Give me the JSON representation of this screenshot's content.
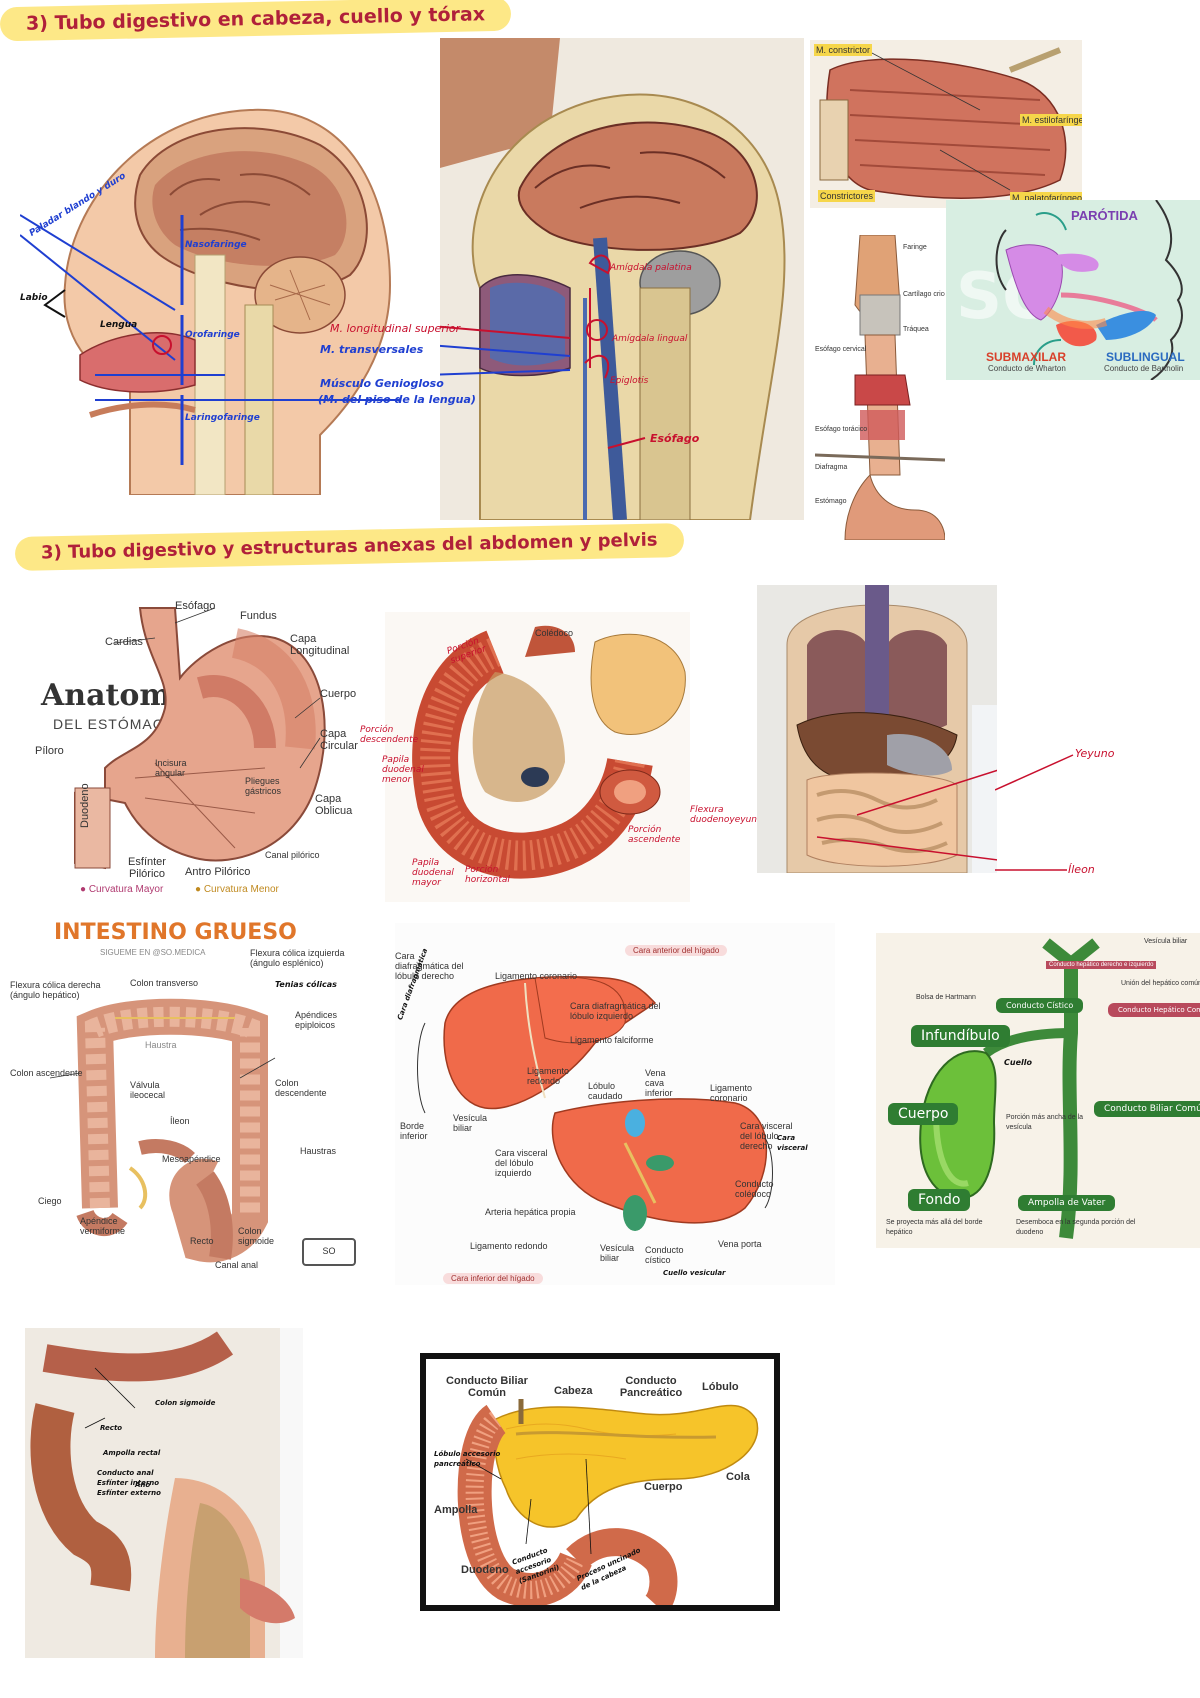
{
  "headings": {
    "section_head": "3) Tubo digestivo en cabeza, cuello y tórax",
    "section_abdomen": "3) Tubo digestivo y estructuras anexas del abdomen y pelvis"
  },
  "head_sagittal": {
    "annotations": {
      "palate": "Paladar blando y duro",
      "lip": "Labio",
      "nasopharynx": "Nasofaringe",
      "oropharynx": "Orofaringe",
      "laryngopharynx": "Laringofaringe",
      "tongue": "Lengua"
    }
  },
  "head_model": {
    "annotations": {
      "m_longitudinal": "M. longitudinal superior",
      "m_transverse": "M. transversales",
      "m_genioglossus": "Músculo Geniogloso",
      "genio_note": "(M. del piso de la lengua)",
      "tonsil_palatine": "Amígdala palatina",
      "tonsil_faucial": "Amígdala lingual",
      "epiglottis": "Epiglotis",
      "esophagus": "Esófago"
    }
  },
  "pharynx_muscles": {
    "labels": [
      "M. constrictor",
      "M. estilofaríngeo",
      "M. palatofaríngeo",
      "Constrictores"
    ]
  },
  "salivary": {
    "parotid": "PARÓTIDA",
    "submandibular": "SUBMAXILAR",
    "sublingual": "SUBLINGUAL",
    "submandibular_sub": "Conducto de Wharton",
    "sublingual_sub": "Conducto de Bartholin",
    "watermark": "SO"
  },
  "esophagus_fig": {
    "labels": [
      "Faringe",
      "Cartílago cricoides",
      "Tráquea",
      "Esófago cervical",
      "Esófago torácico",
      "Diafragma",
      "Estómago"
    ]
  },
  "stomach": {
    "title": "Anatomía",
    "subtitle": "DEL ESTÓMAGO",
    "labels": {
      "esofago": "Esófago",
      "fundus": "Fundus",
      "cardias": "Cardias",
      "capa_long": "Capa Longitudinal",
      "cuerpo": "Cuerpo",
      "capa_circ": "Capa Circular",
      "piloro": "Píloro",
      "duodeno": "Duodeno",
      "esfinter": "Esfínter Pilórico",
      "antro": "Antro Pilórico",
      "capa_obl": "Capa Oblicua",
      "pliegues": "Pliegues gástricos",
      "incisura": "Incisura angular",
      "canal": "Canal pilórico"
    },
    "legend": [
      "Curvatura Mayor",
      "Curvatura Menor"
    ]
  },
  "duodenum": {
    "labels": {
      "bile": "Colédoco",
      "superior": "Porción superior",
      "desc": "Porción descendente",
      "papilla": "Papila duodenal menor",
      "papilla_major": "Papila duodenal mayor",
      "horizontal": "Porción horizontal",
      "ascending": "Porción ascendente",
      "flexura": "Flexura duodenoyeyunal"
    }
  },
  "torso": {
    "labels": {
      "yeyuno": "Yeyuno",
      "ileon": "Íleon"
    }
  },
  "colon": {
    "title": "INTESTINO GRUESO",
    "subtitle": "SIGUEME EN @SO.MEDICA",
    "labels": {
      "flex_izq": "Flexura cólica izquierda (ángulo esplénico)",
      "flex_der": "Flexura cólica derecha (ángulo hepático)",
      "transverso": "Colon transverso",
      "tenias": "Tenias cólicas",
      "apendices": "Apéndices epiploicos",
      "haustras": "Haustras",
      "ileocecal": "Válvula ileocecal",
      "ileon": "Íleon",
      "ascendente": "Colon ascendente",
      "descendente": "Colon descendente",
      "meso": "Mesoapéndice",
      "ciego": "Ciego",
      "apendice": "Apéndice vermiforme",
      "recto": "Recto",
      "sigmoide": "Colon sigmoide",
      "canal": "Canal anal",
      "haustra_text": "Haustra",
      "brand": "SO MEDICA"
    }
  },
  "liver": {
    "tag_top": "Cara anterior del hígado",
    "tag_bottom": "Cara inferior del hígado",
    "labels": {
      "cara_diaf_der": "Cara diafragmática del lóbulo derecho",
      "lig_coronario": "Ligamento coronario",
      "cara_diaf_izq": "Cara diafragmática del lóbulo izquierdo",
      "lig_falciforme": "Ligamento falciforme",
      "lig_redondo": "Ligamento redondo",
      "borde_inf": "Borde inferior",
      "vesicula": "Vesícula biliar",
      "cara_diaf": "Cara diafragmática",
      "lobulo_caudado": "Lóbulo caudado",
      "vena_cava": "Vena cava inferior",
      "lig_coronario2": "Ligamento coronario",
      "cara_visceral_izq": "Cara visceral del lóbulo izquierdo",
      "cara_visceral_der": "Cara visceral del lóbulo derecho",
      "arteria": "Arteria hepática propia",
      "conducto_coledoco": "Conducto colédoco",
      "lig_redondo2": "Ligamento redondo",
      "vesicula2": "Vesícula biliar",
      "conducto_cistico": "Conducto cístico",
      "vena_porta": "Vena porta",
      "cara_visceral": "Cara visceral",
      "cuello": "Cuello vesicular"
    }
  },
  "gallbladder": {
    "pills": {
      "infundibulo": "Infundíbulo",
      "cuerpo": "Cuerpo",
      "fondo": "Fondo",
      "conducto_cistico": "Conducto Cístico",
      "conducto_hepatico": "Conducto Hepático Común",
      "conducto_biliar": "Conducto Biliar Común",
      "ampolla": "Ampolla de Vater"
    },
    "notes": {
      "n1": "Conducto hepático derecho e izquierdo",
      "n2": "Bolsa de Hartmann",
      "n3": "Unión del hepático común y cístico",
      "n4": "Porción más ancha de la vesícula",
      "n5": "Se proyecta más allá del borde hepático",
      "n6": "Desemboca en la segunda porción del duodeno",
      "n7": "Cuello"
    },
    "corner": "Vesícula biliar"
  },
  "rectum_photo": {
    "labels": [
      "Colon sigmoide",
      "Recto",
      "Ampolla rectal",
      "Conducto anal",
      "Esfínter interno",
      "Esfínter externo",
      "Ano"
    ]
  },
  "pancreas": {
    "labels": {
      "conducto_biliar": "Conducto Biliar Común",
      "cabeza": "Cabeza",
      "conducto_pancreatico": "Conducto Pancreático",
      "lobulo": "Lóbulo",
      "cuerpo": "Cuerpo",
      "cola": "Cola",
      "ampolla": "Ampolla",
      "duodeno": "Duodeno",
      "lobulo_accesorio": "Lóbulo accesorio pancreático",
      "conducto_accesorio": "Conducto accesorio (Santorini)",
      "proceso": "Proceso uncinado de la cabeza"
    }
  },
  "colors": {
    "highlight": "#fde887",
    "heading_text": "#b0203a",
    "annot_red": "#c8102e",
    "annot_blue": "#1f3fd1",
    "gallbladder_green": "#2f7d32",
    "pill_pink": "#b84a5c"
  }
}
